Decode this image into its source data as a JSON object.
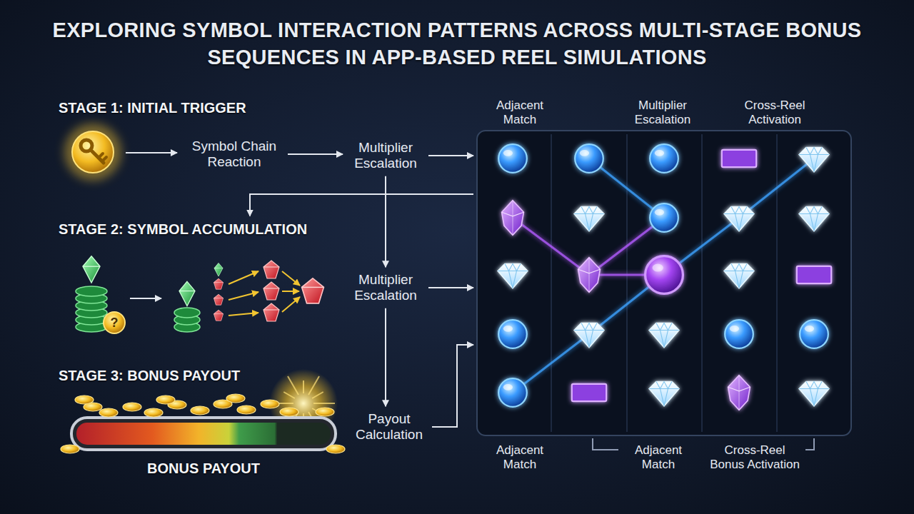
{
  "diagram": {
    "title": "EXPLORING SYMBOL INTERACTION PATTERNS ACROSS MULTI-STAGE BONUS SEQUENCES IN APP-BASED REEL SIMULATIONS",
    "nodes": [
      {
        "text": [
          "STAGE 1: INITIAL TRIGGER"
        ]
      },
      {
        "text": [
          "Symbol Chain Reaction"
        ]
      },
      {
        "text": [
          "Multiplier Escalation"
        ]
      },
      {
        "text": [
          "Adjacent Match",
          "Multiplier Escalation",
          "Cross-Reel Activation",
          "Adjacent Match",
          "Adjacent Match",
          "Cross-Reel Bonus Activation"
        ]
      },
      {
        "text": [
          "STAGE 2: SYMBOL ACCUMULATION"
        ]
      },
      {
        "text": [
          "Multiplier Escalation"
        ]
      },
      {
        "text": [
          "STAGE 3: BONUS PAYOUT"
        ]
      },
      {
        "text": [
          "Payout Calculation"
        ]
      }
    ],
    "edges": [
      {
        "from": 1,
        "to": 2,
        "arrow": "to"
      },
      {
        "from": 2,
        "to": 3,
        "arrow": "to"
      },
      {
        "from": 2,
        "to": 5,
        "arrow": "to"
      },
      {
        "from": 3,
        "to": 4,
        "arrow": "to"
      },
      {
        "from": 5,
        "to": 3,
        "arrow": "to"
      },
      {
        "from": 5,
        "to": 7,
        "arrow": "to"
      },
      {
        "from": 7,
        "to": 3,
        "arrow": "to"
      }
    ],
    "labels": [
      "?",
      "BONUS PAYOUT"
    ]
  }
}
